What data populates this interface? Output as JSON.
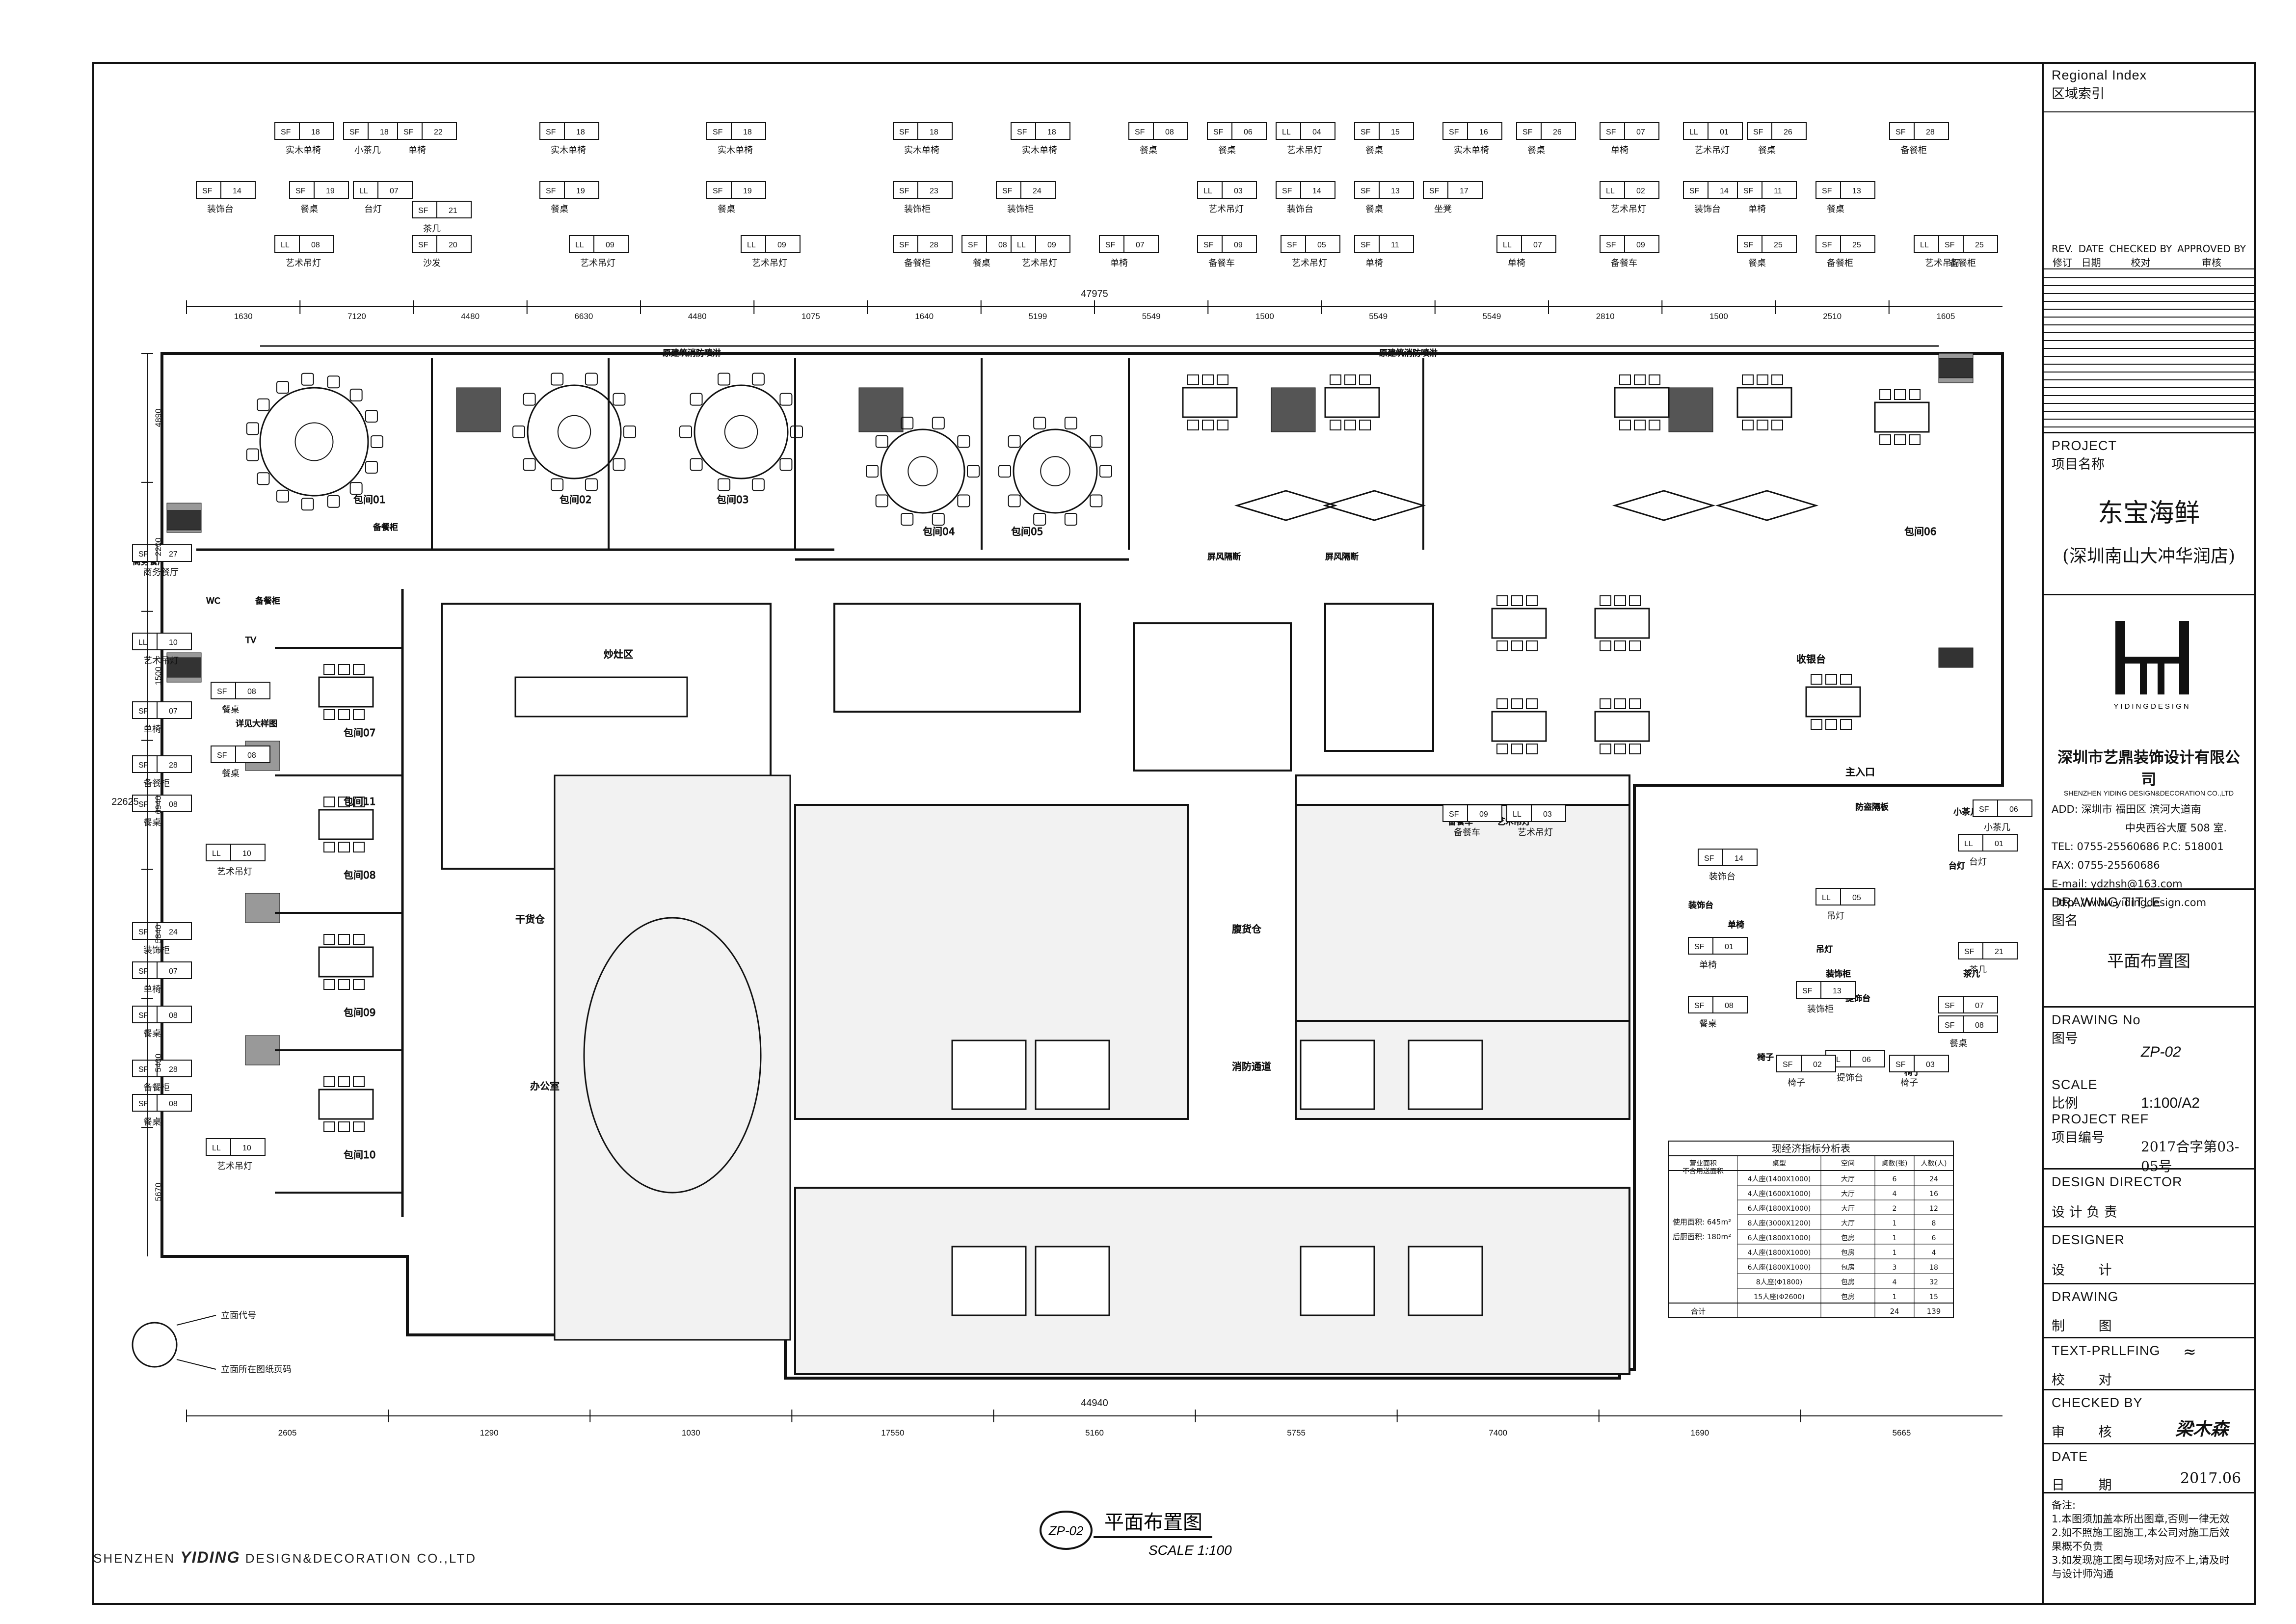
{
  "title_block": {
    "regional_index_en": "Regional Index",
    "regional_index_cn": "区域索引",
    "revision_headers": [
      {
        "cn": "修订",
        "en": "REV."
      },
      {
        "cn": "日期",
        "en": "DATE"
      },
      {
        "cn": "校对",
        "en": "CHECKED BY"
      },
      {
        "cn": "审核",
        "en": "APPROVED BY"
      }
    ],
    "project_label_en": "PROJECT",
    "project_label_cn": "项目名称",
    "project_name": "东宝海鲜",
    "project_branch": "(深圳南山大冲华润店)",
    "logo_subtext": "YIDINGDESIGN",
    "company_cn": "深圳市艺鼎装饰设计有限公司",
    "company_en": "SHENZHEN YIDING DESIGN&DECORATION CO.,LTD",
    "address_lines": [
      "ADD: 深圳市 福田区 滨河大道南",
      "中央西谷大厦 508 室.",
      "TEL: 0755-25560686        P.C: 518001",
      "FAX: 0755-25560686",
      "E-mail: ydzhsh@163.com",
      "Http: //www.yidingdesign.com"
    ],
    "drawing_title_en": "DRAWING TITLE",
    "drawing_title_cn": "图名",
    "drawing_title_value": "平面布置图",
    "drawing_no_en": "DRAWING No",
    "drawing_no_cn": "图号",
    "drawing_no_value": "ZP-02",
    "scale_en": "SCALE",
    "scale_cn": "比例",
    "scale_value": "1:100/A2",
    "project_ref_en": "PROJECT REF",
    "project_ref_cn": "项目编号",
    "project_ref_value": "2017合字第03-05号",
    "design_director_en": "DESIGN DIRECTOR",
    "design_director_cn": "设 计 负 责",
    "designer_en": "DESIGNER",
    "designer_cn": "设        计",
    "drawing_en": "DRAWING",
    "drawing_cn": "制        图",
    "text_proofing_en": "TEXT-PRLLFING",
    "text_proofing_cn": "校        对",
    "checked_by_en": "CHECKED BY",
    "checked_by_cn": "审        核",
    "checked_by_sign": "梁木森",
    "date_en": "DATE",
    "date_cn": "日        期",
    "date_value": "2017.06",
    "notes_label": "备注:",
    "notes": [
      "1.本图须加盖本所出图章,否则一律无效",
      "2.如不照施工图施工,本公司对施工后效",
      "  果概不负责",
      "3.如发现施工图与现场对应不上,请及时",
      "  与设计师沟通"
    ]
  },
  "drawing": {
    "title": "平面布置图",
    "scale_label": "SCALE 1:100",
    "drawing_ref": "ZP-02",
    "firm_footer_a": "SHENZHEN",
    "firm_footer_b": "YIDING",
    "firm_footer_c": "DESIGN&DECORATION CO.,LTD",
    "overall_width_dim": "47975",
    "bottom_overall_dim": "44940",
    "left_overall_dim": "22625",
    "top_dims": [
      "1630",
      "7120",
      "4480",
      "6630",
      "4480",
      "1075",
      "1640",
      "5199",
      "5549",
      "1500",
      "5549",
      "5549",
      "2810",
      "1500",
      "2510",
      "1605"
    ],
    "bottom_dims": [
      "2605",
      "1290",
      "1030",
      "17550",
      "5160",
      "5755",
      "7400",
      "1690",
      "5665"
    ],
    "left_dims": [
      "4890",
      "2200",
      "1500",
      "6940",
      "5840",
      "5400",
      "5670"
    ],
    "elevation_legend": [
      "立面代号",
      "立面所在图纸页码"
    ]
  },
  "rooms": [
    {
      "id": "baojian-01",
      "label": "包间01"
    },
    {
      "id": "baojian-02",
      "label": "包间02"
    },
    {
      "id": "baojian-03",
      "label": "包间03"
    },
    {
      "id": "baojian-04",
      "label": "包间04"
    },
    {
      "id": "baojian-05",
      "label": "包间05"
    },
    {
      "id": "baojian-06",
      "label": "包间06"
    },
    {
      "id": "baojian-07",
      "label": "包间07"
    },
    {
      "id": "baojian-08",
      "label": "包间08"
    },
    {
      "id": "baojian-09",
      "label": "包间09"
    },
    {
      "id": "baojian-10",
      "label": "包间10"
    },
    {
      "id": "baojian-11",
      "label": "包间11"
    },
    {
      "id": "chaozuoqu",
      "label": "炒灶区"
    },
    {
      "id": "ganhuocang",
      "label": "干货仓"
    },
    {
      "id": "bangongshi",
      "label": "办公室"
    },
    {
      "id": "fuhuocang",
      "label": "腹货仓"
    },
    {
      "id": "xiaofangtongdao",
      "label": "消防通道"
    },
    {
      "id": "shoulian",
      "label": "收银台"
    },
    {
      "id": "zhuru",
      "label": "主入口"
    }
  ],
  "misc_labels": [
    "原建筑消防喷淋",
    "原建筑消防喷淋",
    "备餐柜",
    "备餐柜",
    "商务餐厅",
    "艺术吊灯",
    "WC",
    "TV",
    "屏风隔断",
    "屏风隔断",
    "备餐车",
    "艺术吊灯",
    "装饰台",
    "单椅",
    "吊灯",
    "装饰柜",
    "提饰台",
    "椅子",
    "椅子",
    "台灯",
    "小茶几",
    "茶几",
    "防盗隔板",
    "详见大样图"
  ],
  "tags": [
    {
      "code": "SF",
      "num": "18",
      "label": "实木单椅"
    },
    {
      "code": "SF",
      "num": "18",
      "label": "小茶几"
    },
    {
      "code": "SF",
      "num": "22",
      "label": "单椅"
    },
    {
      "code": "SF",
      "num": "14",
      "label": "装饰台"
    },
    {
      "code": "SF",
      "num": "19",
      "label": "餐桌"
    },
    {
      "code": "LL",
      "num": "07",
      "label": "台灯"
    },
    {
      "code": "SF",
      "num": "21",
      "label": "茶几"
    },
    {
      "code": "SF",
      "num": "20",
      "label": "沙发"
    },
    {
      "code": "LL",
      "num": "08",
      "label": "艺术吊灯"
    },
    {
      "code": "SF",
      "num": "18",
      "label": "实木单椅"
    },
    {
      "code": "SF",
      "num": "19",
      "label": "餐桌"
    },
    {
      "code": "LL",
      "num": "09",
      "label": "艺术吊灯"
    },
    {
      "code": "SF",
      "num": "18",
      "label": "实木单椅"
    },
    {
      "code": "SF",
      "num": "19",
      "label": "餐桌"
    },
    {
      "code": "LL",
      "num": "09",
      "label": "艺术吊灯"
    },
    {
      "code": "SF",
      "num": "18",
      "label": "实木单椅"
    },
    {
      "code": "SF",
      "num": "23",
      "label": "装饰柜"
    },
    {
      "code": "SF",
      "num": "28",
      "label": "备餐柜"
    },
    {
      "code": "SF",
      "num": "08",
      "label": "餐桌"
    },
    {
      "code": "SF",
      "num": "24",
      "label": "装饰柜"
    },
    {
      "code": "LL",
      "num": "09",
      "label": "艺术吊灯"
    },
    {
      "code": "SF",
      "num": "18",
      "label": "实木单椅"
    },
    {
      "code": "SF",
      "num": "07",
      "label": "单椅"
    },
    {
      "code": "SF",
      "num": "08",
      "label": "餐桌"
    },
    {
      "code": "LL",
      "num": "03",
      "label": "艺术吊灯"
    },
    {
      "code": "SF",
      "num": "09",
      "label": "备餐车"
    },
    {
      "code": "LL",
      "num": "04",
      "label": "艺术吊灯"
    },
    {
      "code": "SF",
      "num": "14",
      "label": "装饰台"
    },
    {
      "code": "SF",
      "num": "05",
      "label": "艺术吊灯"
    },
    {
      "code": "SF",
      "num": "06",
      "label": "餐桌"
    },
    {
      "code": "SF",
      "num": "13",
      "label": "餐桌"
    },
    {
      "code": "SF",
      "num": "11",
      "label": "单椅"
    },
    {
      "code": "SF",
      "num": "15",
      "label": "餐桌"
    },
    {
      "code": "SF",
      "num": "17",
      "label": "坐凳"
    },
    {
      "code": "SF",
      "num": "16",
      "label": "实木单椅"
    },
    {
      "code": "SF",
      "num": "26",
      "label": "餐桌"
    },
    {
      "code": "LL",
      "num": "07",
      "label": "单椅"
    },
    {
      "code": "SF",
      "num": "07",
      "label": "单椅"
    },
    {
      "code": "LL",
      "num": "02",
      "label": "艺术吊灯"
    },
    {
      "code": "SF",
      "num": "09",
      "label": "备餐车"
    },
    {
      "code": "LL",
      "num": "01",
      "label": "艺术吊灯"
    },
    {
      "code": "SF",
      "num": "14",
      "label": "装饰台"
    },
    {
      "code": "SF",
      "num": "25",
      "label": "餐桌"
    },
    {
      "code": "SF",
      "num": "11",
      "label": "单椅"
    },
    {
      "code": "SF",
      "num": "26",
      "label": "餐桌"
    },
    {
      "code": "SF",
      "num": "13",
      "label": "餐桌"
    },
    {
      "code": "SF",
      "num": "25",
      "label": "备餐柜"
    },
    {
      "code": "SF",
      "num": "28",
      "label": "备餐柜"
    },
    {
      "code": "LL",
      "num": "10",
      "label": "艺术吊灯"
    },
    {
      "code": "SF",
      "num": "25",
      "label": "备餐柜"
    },
    {
      "code": "SF",
      "num": "08",
      "label": "餐桌"
    },
    {
      "code": "SF",
      "num": "27",
      "label": "商务餐厅"
    },
    {
      "code": "LL",
      "num": "10",
      "label": "艺术吊灯"
    },
    {
      "code": "SF",
      "num": "08",
      "label": "餐桌"
    },
    {
      "code": "SF",
      "num": "07",
      "label": "单椅"
    },
    {
      "code": "SF",
      "num": "28",
      "label": "备餐柜"
    },
    {
      "code": "SF",
      "num": "08",
      "label": "餐桌"
    },
    {
      "code": "LL",
      "num": "10",
      "label": "艺术吊灯"
    },
    {
      "code": "SF",
      "num": "24",
      "label": "装饰柜"
    },
    {
      "code": "SF",
      "num": "07",
      "label": "单椅"
    },
    {
      "code": "SF",
      "num": "08",
      "label": "餐桌"
    },
    {
      "code": "SF",
      "num": "28",
      "label": "备餐柜"
    },
    {
      "code": "SF",
      "num": "08",
      "label": "餐桌"
    },
    {
      "code": "LL",
      "num": "10",
      "label": "艺术吊灯"
    },
    {
      "code": "SF",
      "num": "09",
      "label": "备餐车"
    },
    {
      "code": "LL",
      "num": "03",
      "label": "艺术吊灯"
    },
    {
      "code": "SF",
      "num": "14",
      "label": "装饰台"
    },
    {
      "code": "LL",
      "num": "05",
      "label": "吊灯"
    },
    {
      "code": "SF",
      "num": "01",
      "label": "单椅"
    },
    {
      "code": "SF",
      "num": "13",
      "label": "装饰柜"
    },
    {
      "code": "SF",
      "num": "08",
      "label": "餐桌"
    },
    {
      "code": "LL",
      "num": "06",
      "label": "提饰台"
    },
    {
      "code": "SF",
      "num": "02",
      "label": "椅子"
    },
    {
      "code": "SF",
      "num": "06",
      "label": "小茶几"
    },
    {
      "code": "LL",
      "num": "01",
      "label": "台灯"
    },
    {
      "code": "SF",
      "num": "21",
      "label": "茶几"
    },
    {
      "code": "SF",
      "num": "07",
      "label": "单椅"
    },
    {
      "code": "SF",
      "num": "08",
      "label": "餐桌"
    },
    {
      "code": "SF",
      "num": "03",
      "label": "椅子"
    }
  ],
  "econ_table": {
    "title": "现经济指标分析表",
    "headers": [
      "营业面积\n不含用送面积",
      "桌型",
      "空间",
      "桌数(张)",
      "人数(人)"
    ],
    "area_lines": [
      "使用面积: 645m²",
      "后厨面积: 180m²"
    ],
    "rows": [
      [
        "4人座(1400X1000)",
        "大厅",
        "6",
        "24"
      ],
      [
        "4人座(1600X1000)",
        "大厅",
        "4",
        "16"
      ],
      [
        "6人座(1800X1000)",
        "大厅",
        "2",
        "12"
      ],
      [
        "8人座(3000X1200)",
        "大厅",
        "1",
        "8"
      ],
      [
        "6人座(1800X1000)",
        "包房",
        "1",
        "6"
      ],
      [
        "4人座(1800X1000)",
        "包房",
        "1",
        "4"
      ],
      [
        "6人座(1800X1000)",
        "包房",
        "3",
        "18"
      ],
      [
        "8人座(Φ1800)",
        "包房",
        "4",
        "32"
      ],
      [
        "15人座(Φ2600)",
        "包房",
        "1",
        "15"
      ]
    ],
    "total_label": "合计",
    "total": [
      "24",
      "139"
    ]
  }
}
